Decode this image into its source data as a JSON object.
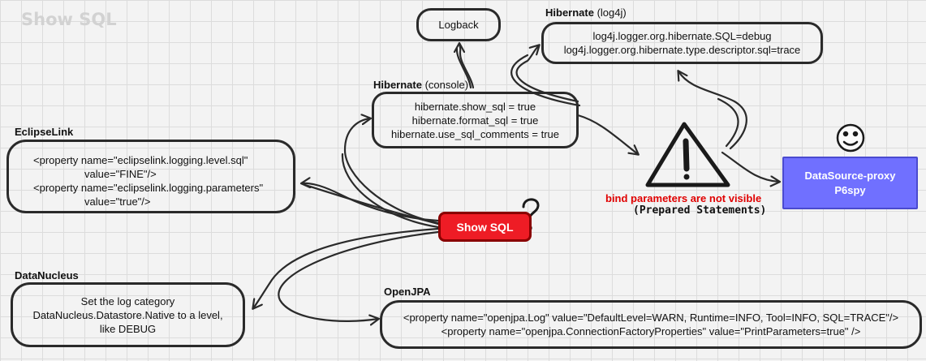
{
  "title": "Show SQL",
  "center": {
    "label": "Show SQL"
  },
  "logback": {
    "label": "Logback"
  },
  "hibernate_log4j": {
    "label": "Hibernate",
    "label_sub": "(log4j)",
    "lines": [
      "log4j.logger.org.hibernate.SQL=debug",
      "log4j.logger.org.hibernate.type.descriptor.sql=trace"
    ]
  },
  "hibernate_console": {
    "label": "Hibernate",
    "label_sub": "(console)",
    "lines": [
      "hibernate.show_sql = true",
      "hibernate.format_sql = true",
      "hibernate.use_sql_comments = true"
    ]
  },
  "eclipselink": {
    "label": "EclipseLink",
    "lines": [
      "<property name=\"eclipselink.logging.level.sql\"",
      "value=\"FINE\"/>",
      "<property name=\"eclipselink.logging.parameters\"",
      "value=\"true\"/>"
    ]
  },
  "datanucleus": {
    "label": "DataNucleus",
    "lines": [
      "Set the log category",
      "DataNucleus.Datastore.Native to a level,",
      "like DEBUG"
    ]
  },
  "openjpa": {
    "label": "OpenJPA",
    "lines": [
      "<property name=\"openjpa.Log\" value=\"DefaultLevel=WARN, Runtime=INFO, Tool=INFO, SQL=TRACE\"/>",
      "<property name=\"openjpa.ConnectionFactoryProperties\" value=\"PrintParameters=true\" />"
    ]
  },
  "warning": {
    "icon": "warning-triangle-icon",
    "text": "bind parameters are not visible",
    "subtext": "(Prepared Statements)",
    "color": "#e00000"
  },
  "proxy": {
    "lines": [
      "DataSource-proxy",
      "P6spy"
    ],
    "color": "#7070ff",
    "icon": "smiley-icon"
  },
  "question_icon": "question-mark-icon",
  "colors": {
    "accent": "#ee1c25",
    "ink": "#2a2a2a",
    "grid": "#dcdcdc"
  }
}
